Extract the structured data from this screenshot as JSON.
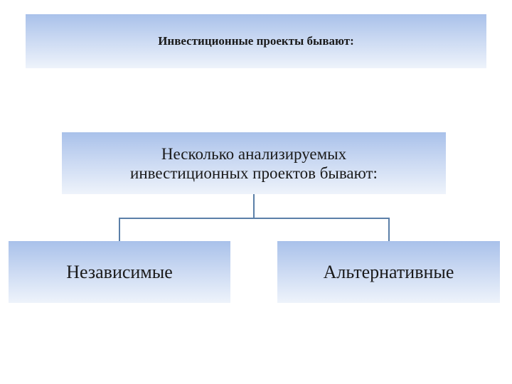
{
  "title": "Инвестиционные проекты бывают:",
  "middle": {
    "line1": "Несколько анализируемых",
    "line2": "инвестиционных проектов бывают:"
  },
  "leaves": {
    "left": "Независимые",
    "right": "Альтернативные"
  },
  "colors": {
    "box_top": "#a9c1ea",
    "box_bottom": "#eef3fb",
    "connector": "#5b7fa8"
  }
}
